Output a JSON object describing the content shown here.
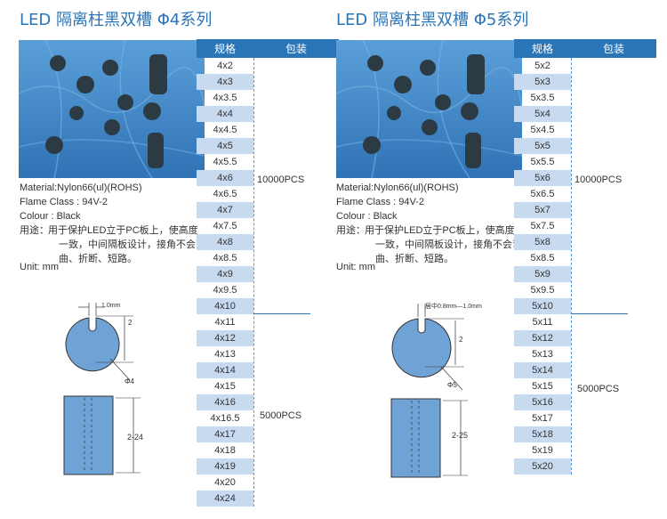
{
  "left": {
    "title": "LED 隔离柱黑双槽 Φ4系列",
    "specs": [
      "Material:Nylon66(ul)(ROHS)",
      "Flame Class : 94V-2",
      "Colour : Black"
    ],
    "usage_label": "用途：",
    "usage_lines": [
      "用于保护LED立于PC板上，使高度",
      "一致，中间隔板设计，接角不会弯",
      "曲、折断、短路。"
    ],
    "unit": "Unit:   mm",
    "diagram": {
      "gap": "1.0mm",
      "slot": "2",
      "diameter": "Φ4",
      "height": "2-24"
    },
    "table": {
      "header": [
        "规格",
        "包装"
      ],
      "rows": [
        "4x2",
        "4x3",
        "4x3.5",
        "4x4",
        "4x4.5",
        "4x5",
        "4x5.5",
        "4x6",
        "4x6.5",
        "4x7",
        "4x7.5",
        "4x8",
        "4x8.5",
        "4x9",
        "4x9.5",
        "4x10",
        "4x11",
        "4x12",
        "4x13",
        "4x14",
        "4x15",
        "4x16",
        "4x16.5",
        "4x17",
        "4x18",
        "4x19",
        "4x20",
        "4x24"
      ],
      "pack_a": "10000PCS",
      "pack_b": "5000PCS"
    }
  },
  "right": {
    "title": "LED 隔离柱黑双槽 Φ5系列",
    "specs": [
      "Material:Nylon66(ul)(ROHS)",
      "Flame Class : 94V-2",
      "Colour : Black"
    ],
    "usage_label": "用途：",
    "usage_lines": [
      "用于保护LED立于PC板上，使高度",
      "一致，中间隔板设计，接角不会弯",
      "曲、折断、短路。"
    ],
    "unit": "Unit:   mm",
    "diagram": {
      "gap": "居中0.8mm—1.0mm",
      "slot": "2",
      "diameter": "Φ5",
      "height": "2-25"
    },
    "table": {
      "header": [
        "规格",
        "包装"
      ],
      "rows": [
        "5x2",
        "5x3",
        "5x3.5",
        "5x4",
        "5x4.5",
        "5x5",
        "5x5.5",
        "5x6",
        "5x6.5",
        "5x7",
        "5x7.5",
        "5x8",
        "5x8.5",
        "5x9",
        "5x9.5",
        "5x10",
        "5x11",
        "5x12",
        "5x13",
        "5x14",
        "5x15",
        "5x16",
        "5x17",
        "5x18",
        "5x19",
        "5x20"
      ],
      "pack_a": "10000PCS",
      "pack_b": "5000PCS"
    }
  },
  "colors": {
    "accent": "#2a74b8",
    "row_shade": "#c7daf0",
    "photo_bg": "#3f84c6",
    "part_fill": "#2c3a44",
    "diagram_fill": "#6fa3d6"
  }
}
